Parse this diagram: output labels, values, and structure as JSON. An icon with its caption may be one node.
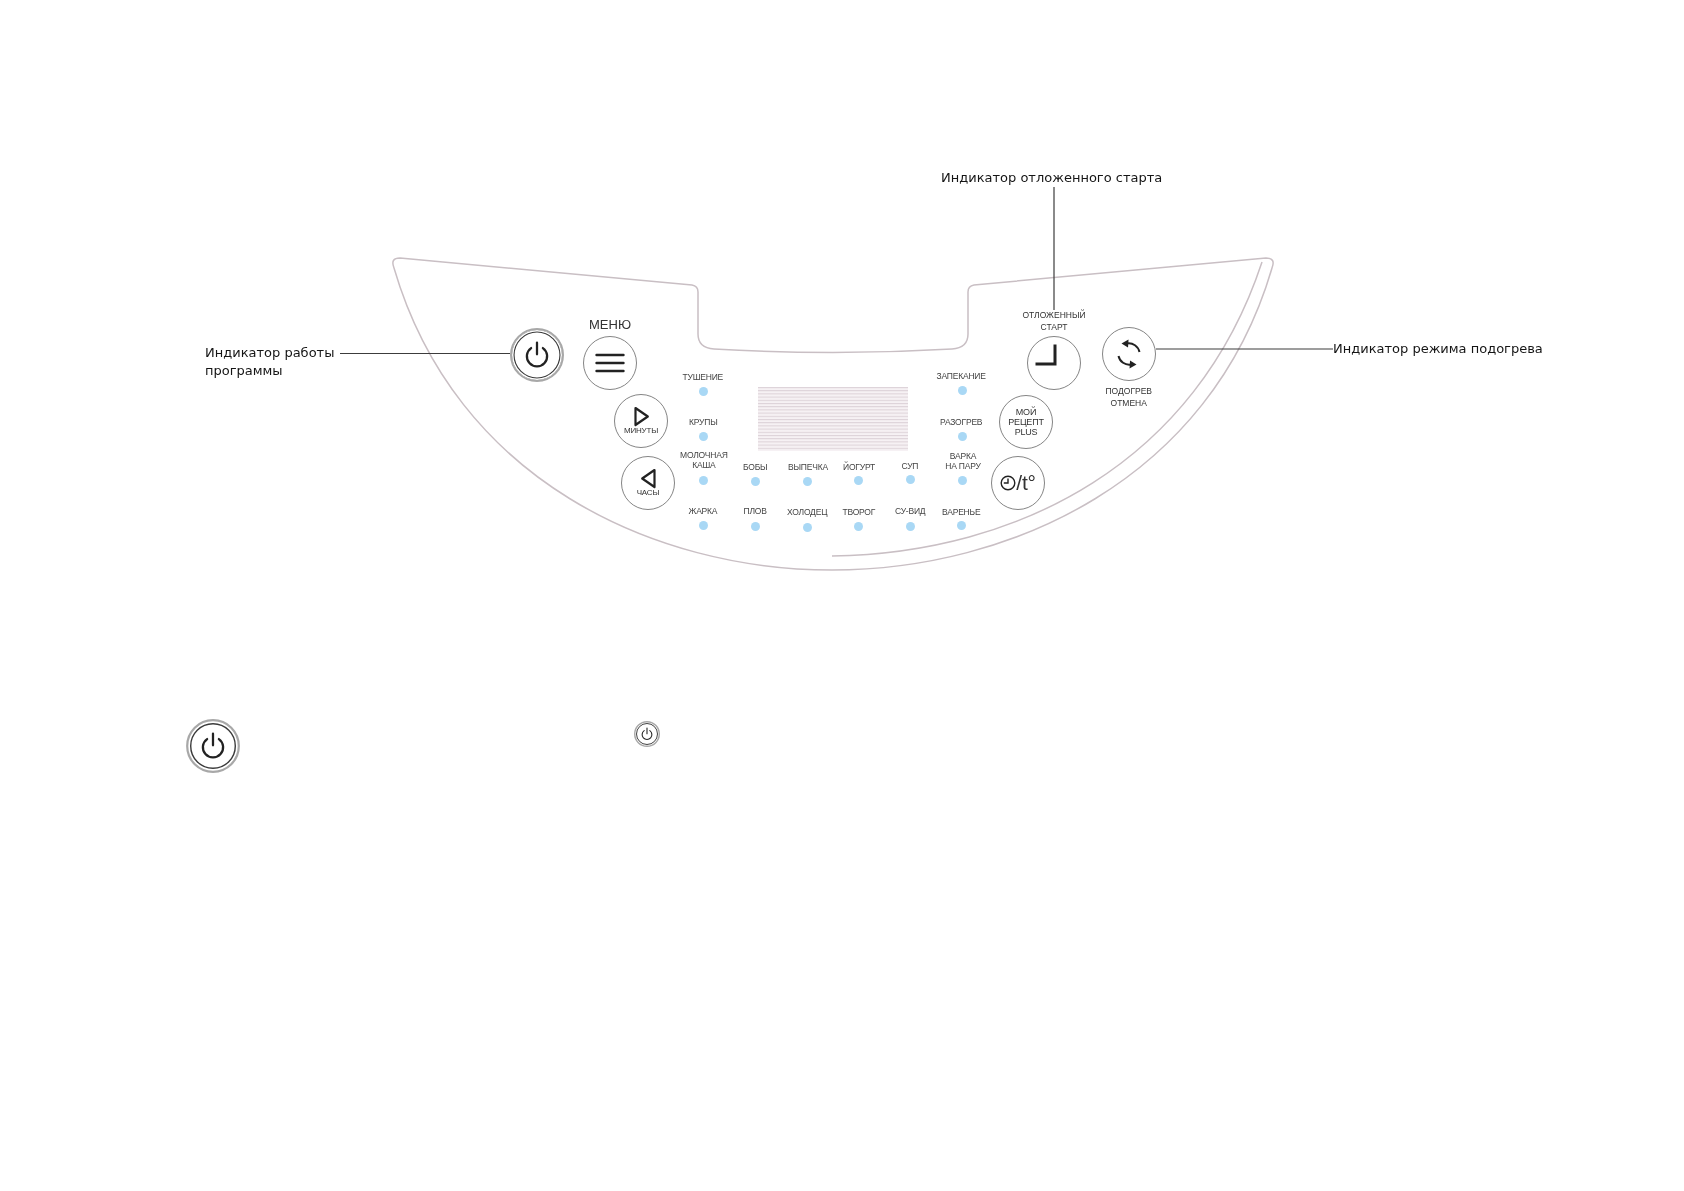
{
  "diagram": {
    "nodes": [
      {
        "text": [
          "Индикатор отложенного старта"
        ]
      },
      {
        "text": [
          "Индикатор работы программы"
        ]
      },
      {
        "text": [],
        "shape": "circle"
      },
      {
        "text": [
          "МЕНЮ"
        ]
      },
      {
        "text": [
          "МИНУТЫ"
        ]
      },
      {
        "text": [
          "ЧАСЫ"
        ]
      },
      {
        "text": [
          "ОТЛОЖЕННЫЙ СТАРТ"
        ]
      },
      {
        "text": [
          "МОЙ РЕЦЕПТ PLUS"
        ]
      },
      {
        "text": [
          "/t°"
        ]
      },
      {
        "text": [
          "ПОДОГРЕВ ОТМЕНА"
        ]
      },
      {
        "text": [
          "Индикатор режима подогрева"
        ]
      }
    ],
    "edges": [
      {
        "from": 0,
        "to": 6,
        "arrow": "none"
      },
      {
        "from": 1,
        "to": 2,
        "arrow": "none"
      },
      {
        "from": 10,
        "to": 9,
        "arrow": "none"
      }
    ],
    "labels": [
      "ТУШЕНИЕ",
      "ЗАПЕКАНИЕ",
      "КРУПЫ",
      "РАЗОГРЕВ",
      "МОЛОЧНАЯ КАША",
      "БОБЫ",
      "ВЫПЕЧКА",
      "ЙОГУРТ",
      "СУП",
      "ВАРКА НА ПАРУ",
      "ЖАРКА",
      "ПЛОВ",
      "ХОЛОДЕЦ",
      "ТВОРОГ",
      "СУ-ВИД",
      "ВАРЕНЬЕ"
    ]
  }
}
